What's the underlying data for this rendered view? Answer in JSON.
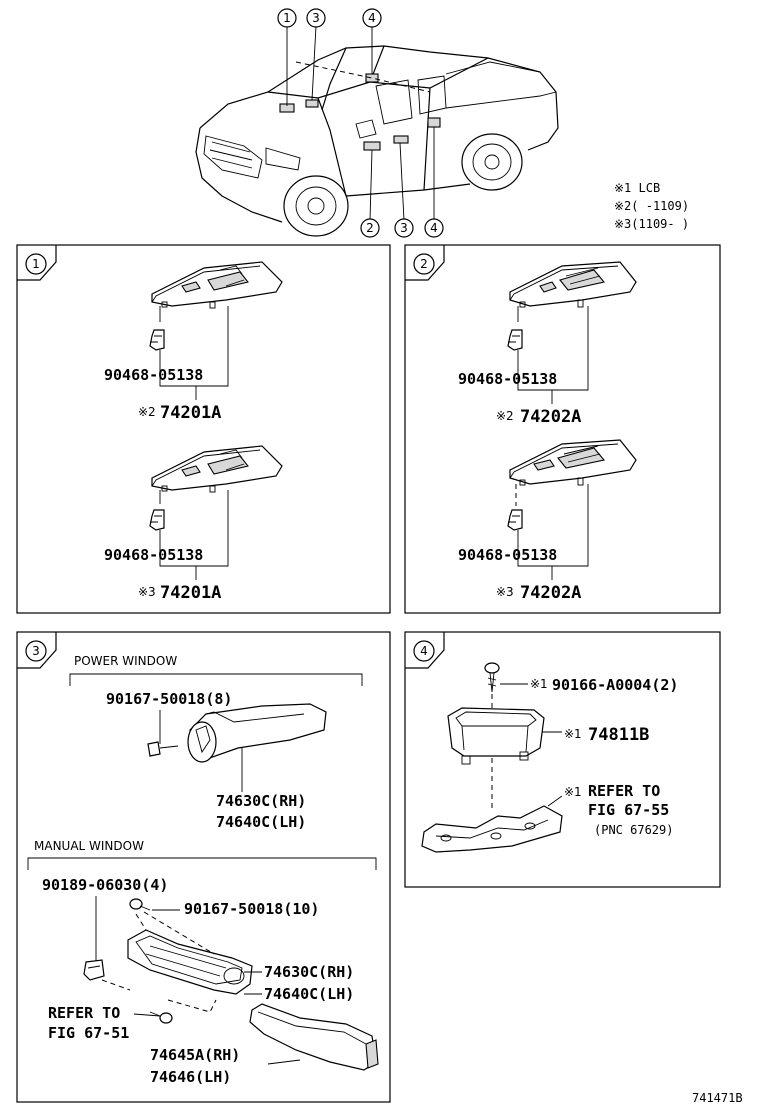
{
  "callouts": {
    "c1": "1",
    "c2": "2",
    "c3": "3",
    "c4": "4"
  },
  "notes": {
    "n1": "※1 LCB",
    "n2": "※2(      -1109)",
    "n3": "※3(1109-     )"
  },
  "panel1": {
    "top_clip": "90468-05138",
    "top_part_prefix": "※2",
    "top_part": "74201A",
    "bot_clip": "90468-05138",
    "bot_part_prefix": "※3",
    "bot_part": "74201A"
  },
  "panel2": {
    "top_clip": "90468-05138",
    "top_part_prefix": "※2",
    "top_part": "74202A",
    "bot_clip": "90468-05138",
    "bot_part_prefix": "※3",
    "bot_part": "74202A"
  },
  "panel3": {
    "power_label": "POWER WINDOW",
    "power_screw": "90167-50018(8)",
    "power_rh": "74630C(RH)",
    "power_lh": "74640C(LH)",
    "manual_label": "MANUAL WINDOW",
    "manual_clip": "90189-06030(4)",
    "manual_screw": "90167-50018(10)",
    "manual_rh": "74630C(RH)",
    "manual_lh": "74640C(LH)",
    "refer_1": "REFER TO",
    "refer_2": "FIG 67-51",
    "cover_rh": "74645A(RH)",
    "cover_lh": "74646(LH)"
  },
  "panel4": {
    "screw_prefix": "※1",
    "screw": "90166-A0004(2)",
    "part_prefix": "※1",
    "part": "74811B",
    "refer_prefix": "※1",
    "refer_1": "REFER TO",
    "refer_2": "FIG 67-55",
    "refer_3": "(PNC 67629)"
  },
  "figure_id": "741471B"
}
